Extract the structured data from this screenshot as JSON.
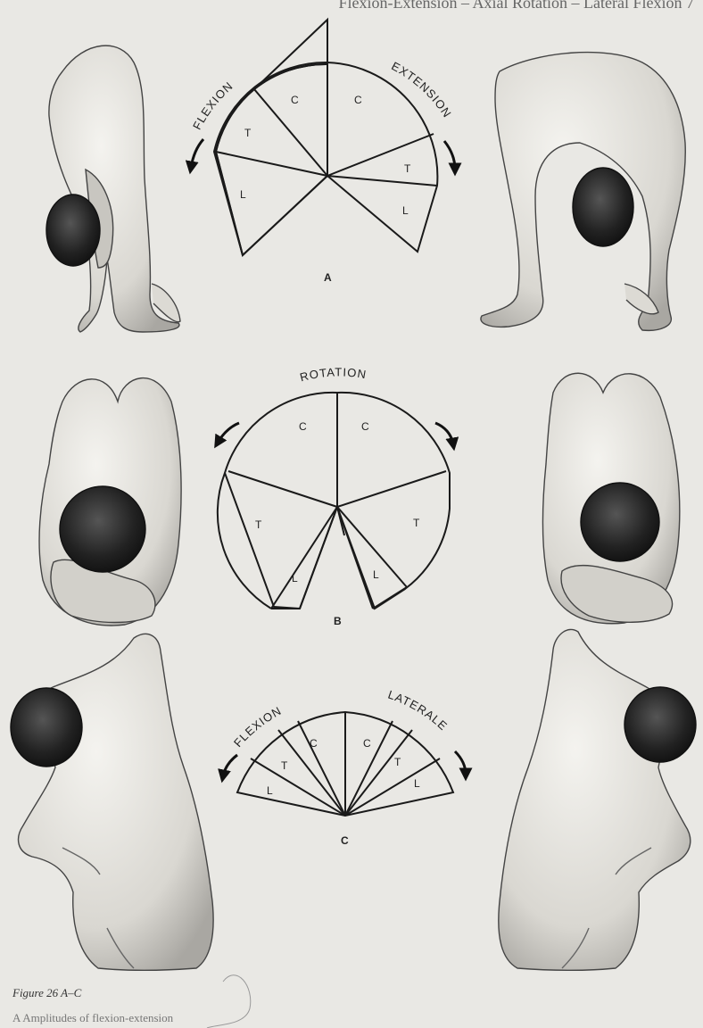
{
  "header": {
    "running_title": "Flexion-Extension – Axial Rotation – Lateral Flexion   7"
  },
  "diagram_a": {
    "label": "A",
    "arrow_left_text": "FLEXION",
    "arrow_right_text": "EXTENSION",
    "sectors": [
      "C",
      "C",
      "T",
      "T",
      "L",
      "L"
    ]
  },
  "diagram_b": {
    "label": "B",
    "arrow_text": "ROTATION",
    "sectors": [
      "C",
      "C",
      "T",
      "T",
      "L",
      "L"
    ]
  },
  "diagram_c": {
    "label": "C",
    "arrow_left_text": "FLEXION",
    "arrow_right_text": "LATERALE",
    "sectors": [
      "C",
      "C",
      "T",
      "T",
      "L",
      "L"
    ]
  },
  "figure": {
    "caption": "Figure 26 A–C",
    "subcaption": "A   Amplitudes of flexion-extension"
  }
}
